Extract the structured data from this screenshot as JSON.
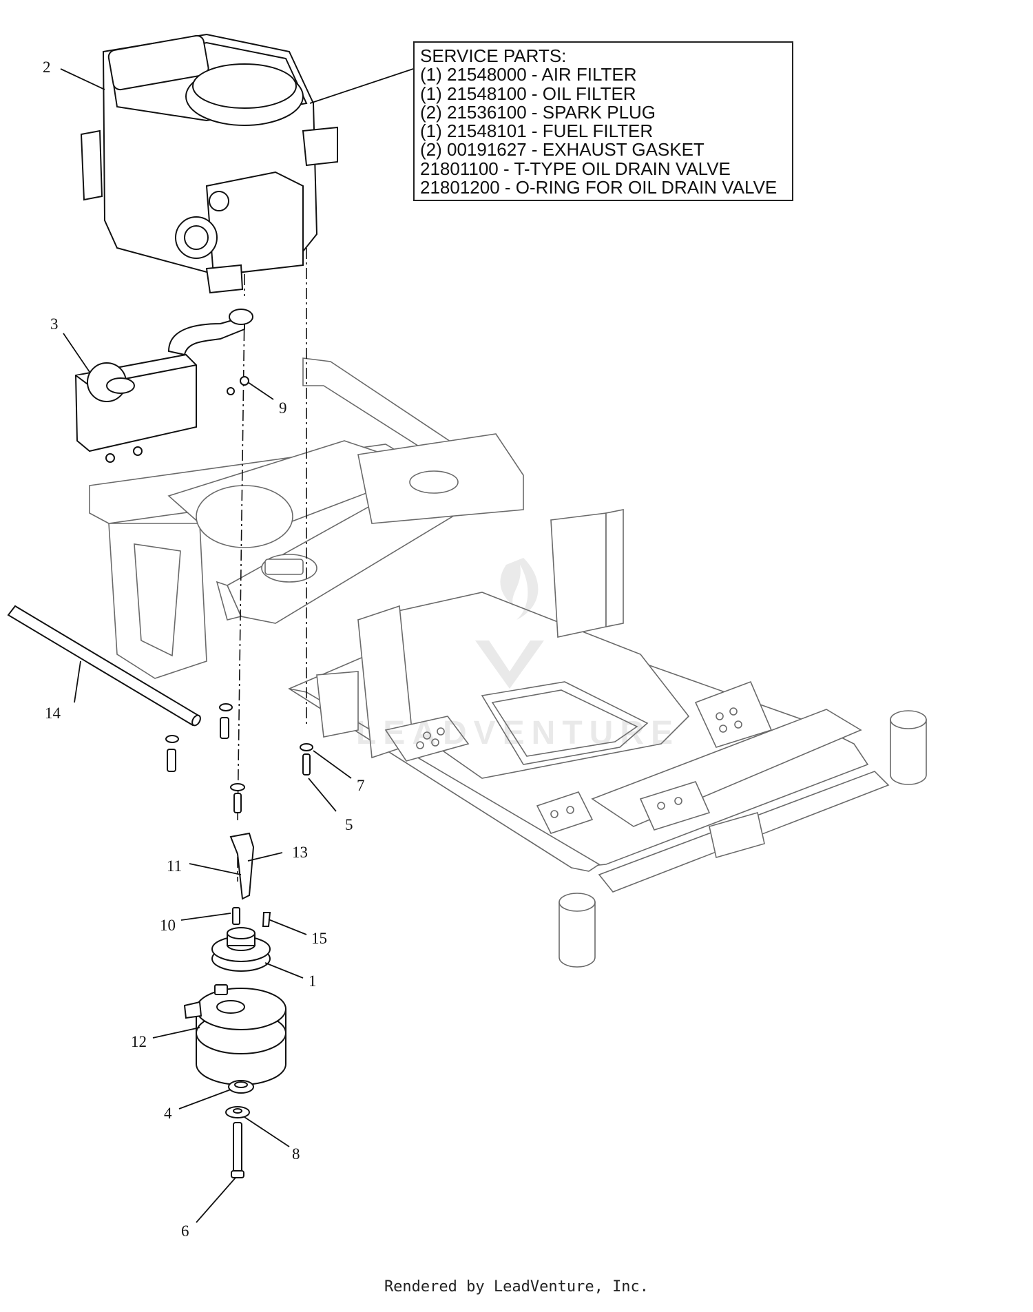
{
  "service_parts": {
    "lines": [
      "SERVICE PARTS:",
      "(1) 21548000 - AIR FILTER",
      "(1) 21548100 - OIL FILTER",
      "(2) 21536100 - SPARK PLUG",
      "(1) 21548101 - FUEL FILTER",
      "(2) 00191627 - EXHAUST GASKET",
      "21801100 - T-TYPE OIL DRAIN VALVE",
      "21801200 - O-RING FOR OIL DRAIN VALVE"
    ]
  },
  "callouts": [
    "1",
    "2",
    "3",
    "4",
    "5",
    "6",
    "7",
    "8",
    "9",
    "10",
    "11",
    "12",
    "13",
    "14",
    "15"
  ],
  "watermark_logo": "LEADVENTURE",
  "footer": "Rendered by LeadVenture, Inc."
}
